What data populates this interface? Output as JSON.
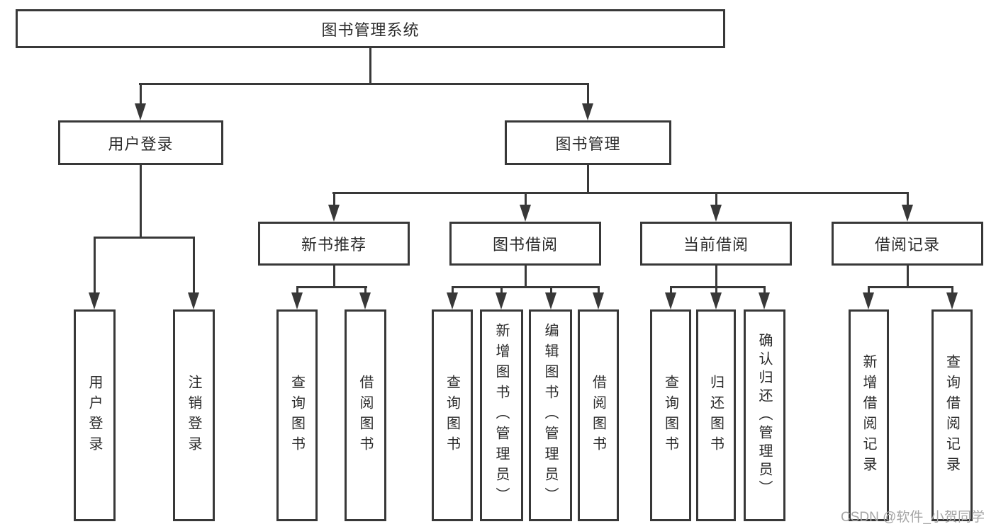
{
  "diagram": {
    "type": "hierarchy-tree",
    "colors": {
      "line": "#383838",
      "text": "#2b2b2b",
      "background": "#ffffff",
      "watermark": "#a6a6a6"
    },
    "nodes": {
      "root": {
        "label": "图书管理系统"
      },
      "userLogin": {
        "label": "用户登录"
      },
      "bookManagement": {
        "label": "图书管理"
      },
      "newBookRecommend": {
        "label": "新书推荐"
      },
      "bookBorrowing": {
        "label": "图书借阅"
      },
      "currentBorrowing": {
        "label": "当前借阅"
      },
      "borrowingRecords": {
        "label": "借阅记录"
      },
      "leaves": {
        "userLogin": "用户登录",
        "logoutLogin": "注销登录",
        "queryBooks1": "查询图书",
        "borrowBooks1": "借阅图书",
        "queryBooks2": "查询图书",
        "addBooksAdmin": "新增图书（管理员）",
        "editBooksAdmin": "编辑图书（管理员）",
        "borrowBooks2": "借阅图书",
        "queryBooks3": "查询图书",
        "returnBooks": "归还图书",
        "confirmReturnAdmin": "确认归还（管理员）",
        "addBorrowRecord": "新增借阅记录",
        "queryBorrowRecord": "查询借阅记录"
      }
    },
    "watermark": "CSDN @软件_小贺同学"
  }
}
